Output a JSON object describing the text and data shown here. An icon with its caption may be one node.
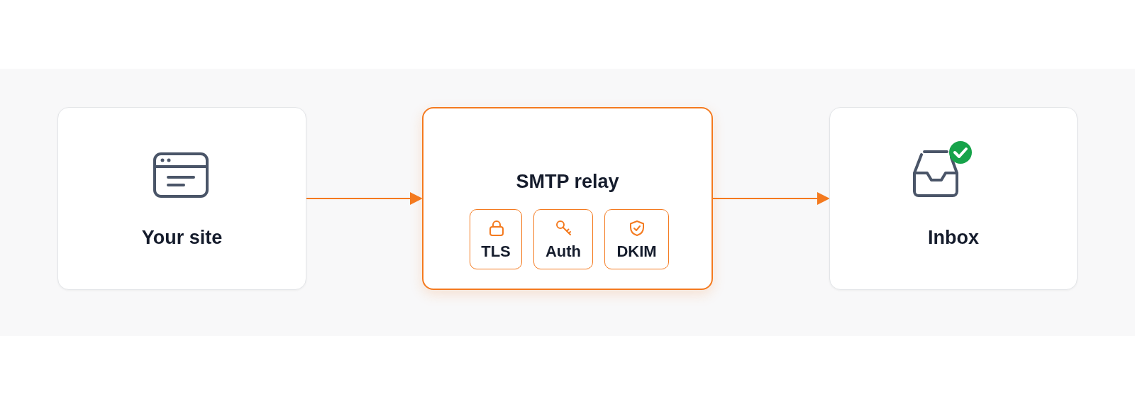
{
  "diagram": {
    "nodes": [
      {
        "text": [
          "Your site"
        ]
      },
      {
        "text": [
          "SMTP relay"
        ]
      },
      {
        "text": [
          "TLS"
        ],
        "in": 1
      },
      {
        "text": [
          "Auth"
        ],
        "in": 1
      },
      {
        "text": [
          "DKIM"
        ],
        "in": 1
      },
      {
        "text": [
          "Inbox"
        ]
      }
    ],
    "edges": [
      {
        "from": 0,
        "to": 1,
        "arrow": "to"
      },
      {
        "from": 1,
        "to": 5,
        "arrow": "to"
      }
    ]
  }
}
